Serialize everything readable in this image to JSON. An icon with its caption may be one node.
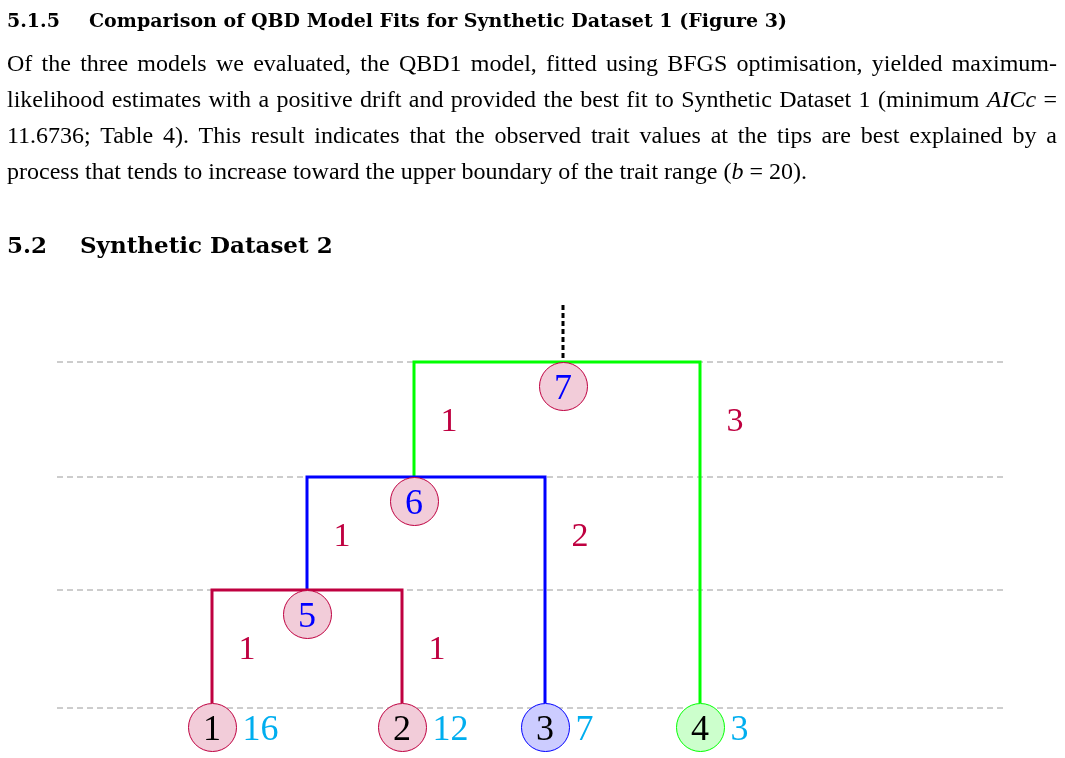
{
  "diagram": {
    "nodes": [
      {
        "text": [
          "7"
        ]
      },
      {
        "text": [
          "6"
        ]
      },
      {
        "text": [
          "5"
        ]
      },
      {
        "text": [
          "1"
        ],
        "beside": [
          "16"
        ]
      },
      {
        "text": [
          "2"
        ],
        "beside": [
          "12"
        ]
      },
      {
        "text": [
          "3"
        ],
        "beside": [
          "7"
        ]
      },
      {
        "text": [
          "4"
        ],
        "beside": [
          "3"
        ]
      }
    ],
    "edges": [
      {
        "from": null,
        "to": 0,
        "arrow": "none",
        "style": "dashed",
        "color": "#000000"
      },
      {
        "from": 0,
        "to": 1,
        "arrow": "none",
        "label": "1",
        "color": "#00ff00"
      },
      {
        "from": 0,
        "to": 6,
        "arrow": "none",
        "label": "3",
        "color": "#00ff00"
      },
      {
        "from": 1,
        "to": 2,
        "arrow": "none",
        "label": "1",
        "color": "#0000ff"
      },
      {
        "from": 1,
        "to": 5,
        "arrow": "none",
        "label": "2",
        "color": "#0000ff"
      },
      {
        "from": 2,
        "to": 3,
        "arrow": "none",
        "label": "1",
        "color": "#bf0040"
      },
      {
        "from": 2,
        "to": 4,
        "arrow": "none",
        "label": "1",
        "color": "#bf0040"
      }
    ],
    "labels": [
      "5.1.5",
      "Comparison of QBD Model Fits for Synthetic Dataset 1 (Figure 3)",
      "Of the three models we evaluated, the QBD1 model, fitted using BFGS optimisation, yielded maximum-likelihood estimates with a positive drift and provided the best fit to Synthetic Dataset 1 (minimum *AICc* = 11.6736; Table 4). This result indicates that the observed trait values at the tips are best explained by a process that tends to increase toward the upper boundary of the trait range (*b* = 20).",
      "5.2",
      "Synthetic Dataset 2"
    ]
  }
}
